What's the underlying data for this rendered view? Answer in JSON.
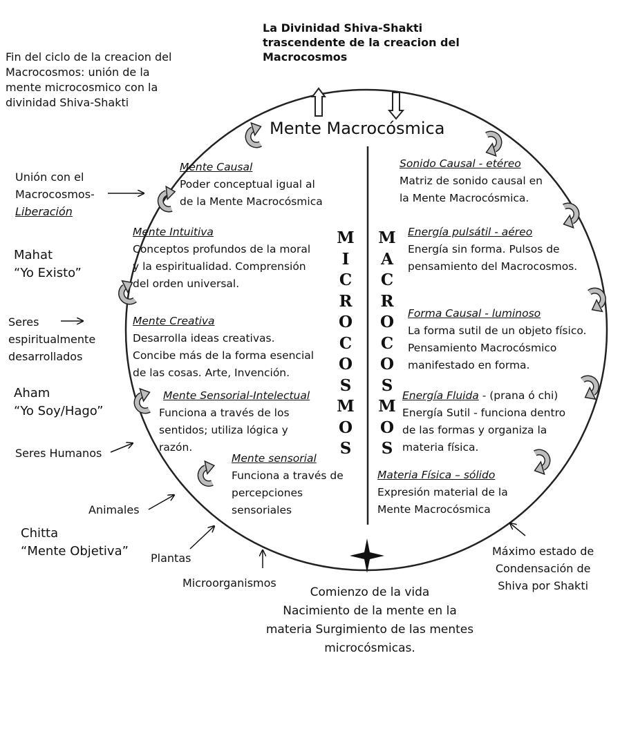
{
  "top_title": [
    "La Divinidad Shiva-Shakti",
    "trascendente de la creacion del",
    "Macrocosmos"
  ],
  "top_left_note": [
    "Fin del ciclo de la creacion del",
    "Macrocosmos:  unión de la",
    "mente microcosmico con la",
    "divinidad Shiva-Shakti"
  ],
  "circle_title": "Mente Macrocósmica",
  "microcosmos_letters": [
    "M",
    "I",
    "C",
    "R",
    "O",
    "C",
    "O",
    "S",
    "M",
    "O",
    "S"
  ],
  "macrocosmos_letters": [
    "M",
    "A",
    "C",
    "R",
    "O",
    "C",
    "O",
    "S",
    "M",
    "O",
    "S"
  ],
  "left_blocks": [
    {
      "heading": "Mente Causal",
      "lines": [
        "Poder conceptual igual al",
        "de la Mente Macrocósmica"
      ]
    },
    {
      "heading": "Mente Intuitiva",
      "lines": [
        "Conceptos profundos de la moral",
        "y la espiritualidad. Comprensión",
        "del orden universal."
      ]
    },
    {
      "heading": "Mente Creativa",
      "lines": [
        "Desarrolla ideas creativas.",
        "Concibe más de la forma esencial",
        "de las cosas. Arte, Invención."
      ]
    },
    {
      "heading": "Mente Sensorial-Intelectual",
      "lines": [
        "Funciona a través de los",
        "sentidos; utiliza lógica y",
        "razón."
      ]
    },
    {
      "heading": "Mente sensorial",
      "lines": [
        "Funciona a través de",
        "percepciones",
        "sensoriales"
      ]
    }
  ],
  "right_blocks": [
    {
      "heading": "Sonido Causal  - etéreo",
      "lines": [
        "Matriz de sonido causal en",
        "la Mente Macrocósmica."
      ]
    },
    {
      "heading": "Energía pulsátil - aéreo",
      "lines": [
        "Energía sin forma.  Pulsos de",
        "pensamiento del Macrocosmos."
      ]
    },
    {
      "heading": "Forma Causal - luminoso",
      "lines": [
        "La forma sutil de un objeto físico.",
        "Pensamiento Macrocósmico",
        "manifestado en forma."
      ]
    },
    {
      "heading": "Energía Fluida",
      "heading_suffix": " - (prana ó chi)",
      "lines": [
        "Energía Sutil - funciona dentro",
        "de las formas y organiza la",
        "materia física."
      ]
    },
    {
      "heading": "Materia Física – sólido",
      "lines": [
        "Expresión material de la",
        "Mente Macrocósmica"
      ]
    }
  ],
  "left_side_labels": {
    "union": [
      "Unión con el",
      "Macrocosmos-"
    ],
    "liberacion": "Liberación",
    "mahat": [
      "Mahat",
      "“Yo Existo”"
    ],
    "seres_esp": [
      "Seres",
      "espiritualmente",
      "desarrollados"
    ],
    "aham": [
      "Aham",
      "“Yo Soy/Hago”"
    ],
    "seres_humanos": "Seres Humanos",
    "animales": "Animales",
    "chitta": [
      "Chitta",
      "“Mente Objetiva”"
    ],
    "plantas": "Plantas",
    "microorganismos": "Microorganismos"
  },
  "right_side_label": [
    "Máximo estado de",
    "Condensación de",
    "Shiva por Shakti"
  ],
  "bottom_text": [
    "Comienzo de la vida",
    "Nacimiento de la mente en la",
    "materia Surgimiento de las mentes",
    "microcósmicas."
  ]
}
